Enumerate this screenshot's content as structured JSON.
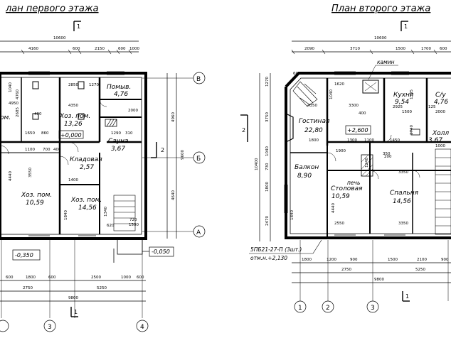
{
  "titles": {
    "left": "лан первого этажа",
    "right": "План второго этажа"
  },
  "sections": {
    "mark_1": "1",
    "mark_2": "2"
  },
  "axes": {
    "letters": [
      "В",
      "Б",
      "А"
    ],
    "left_numbers": [
      "3",
      "4"
    ],
    "right_numbers": [
      "1",
      "2",
      "3"
    ]
  },
  "dims_left": {
    "top_total": "10600",
    "top_chain": [
      "4160",
      "600",
      "2150",
      "600",
      "1000"
    ],
    "right_total": "9600",
    "right_chain": [
      "4960",
      "4640"
    ],
    "bottom_chain_1": [
      "600",
      "1800",
      "600",
      "2500",
      "1000",
      "600"
    ],
    "bottom_chain_2": [
      "2750",
      "5250"
    ],
    "bottom_total": "9800",
    "inner": [
      "2850",
      "1270",
      "2000",
      "1290",
      "310",
      "1650",
      "860",
      "400",
      "4950",
      "4350",
      "2685",
      "4760",
      "1100",
      "700",
      "3550",
      "1400",
      "4440",
      "1840",
      "620",
      "1500",
      "1340",
      "720",
      "1040",
      "400"
    ]
  },
  "dims_right": {
    "top_total": "10600",
    "top_chain": [
      "2090",
      "3710",
      "1500",
      "1700",
      "600"
    ],
    "left_total": "10400",
    "left_chain": [
      "1270",
      "3750",
      "1040",
      "730",
      "1800",
      "2470"
    ],
    "bottom_chain_1": [
      "1800",
      "1200",
      "900",
      "1500",
      "2100",
      "900"
    ],
    "bottom_chain_2": [
      "2750",
      "5250"
    ],
    "bottom_total": "9800",
    "inner": [
      "600",
      "1620",
      "1040",
      "4350",
      "3300",
      "2925",
      "1335",
      "400",
      "1500",
      "125",
      "2000",
      "1800",
      "1300",
      "1100",
      "1450",
      "1740",
      "1000",
      "200",
      "1900",
      "3350",
      "1840",
      "2550",
      "350",
      "1240",
      "4440"
    ]
  },
  "rooms_left": [
    {
      "name": "Помыв.",
      "area": "4,76"
    },
    {
      "name": "Хоз. пом.",
      "area": "13,26"
    },
    {
      "name": "Сауна",
      "area": "3,67"
    },
    {
      "name": "ом.",
      "area": ""
    },
    {
      "name": "Кладовая",
      "area": "2,57"
    },
    {
      "name": "Хоз. пом.",
      "area": "10,59"
    },
    {
      "name": "Хоз. пом.",
      "area": "14,56"
    }
  ],
  "levels_left": [
    "+0,000",
    "-0,350",
    "-0,050"
  ],
  "rooms_right": [
    {
      "name": "Кухня",
      "area": "9,54"
    },
    {
      "name": "С/у",
      "area": "4,76"
    },
    {
      "name": "Гостиная",
      "area": "22,80"
    },
    {
      "name": "Холл",
      "area": "3,67"
    },
    {
      "name": "Балкон",
      "area": "8,90"
    },
    {
      "name": "Столовая",
      "area": "10,59"
    },
    {
      "name": "Спальня",
      "area": "14,56"
    }
  ],
  "levels_right": [
    "+2,600"
  ],
  "labels_right": {
    "chimney": "камин",
    "stove": "печь",
    "slab_mark": "5ПБ21-27-П (3шт.)",
    "slab_level": "отм.н.+2,130"
  }
}
